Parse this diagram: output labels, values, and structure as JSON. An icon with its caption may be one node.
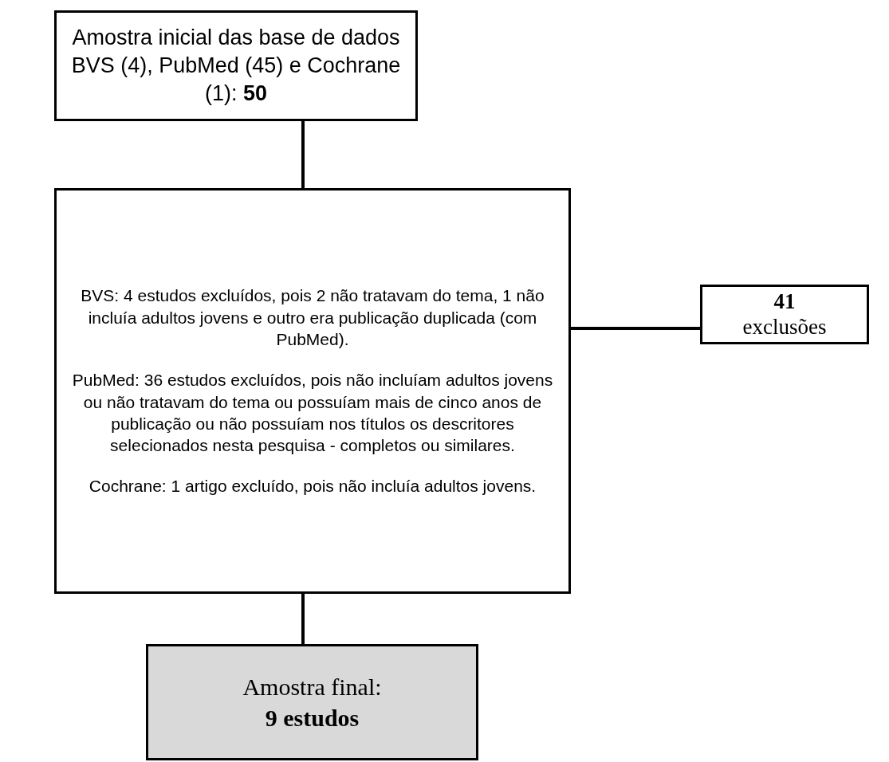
{
  "diagram": {
    "nodes": [
      {
        "text": [
          "Amostra inicial das base de dados BVS (4), PubMed (45) e Cochrane (1): **50**"
        ]
      },
      {
        "text": [
          "BVS: 4 estudos excluídos, pois 2 não tratavam do tema, 1 não incluía adultos jovens e outro era publicação duplicada (com PubMed).",
          "PubMed: 36 estudos excluídos, pois não incluíam adultos jovens ou não tratavam do tema ou possuíam mais de cinco anos de publicação ou não possuíam nos títulos os descritores selecionados nesta pesquisa - completos ou similares.",
          "Cochrane: 1 artigo excluído, pois não incluía adultos jovens."
        ]
      },
      {
        "text": [
          "41",
          "exclusões"
        ]
      },
      {
        "text": [
          "Amostra final:",
          "9 estudos"
        ]
      }
    ],
    "edges": [
      {
        "from": 0,
        "to": 1,
        "arrow": "none"
      },
      {
        "from": 1,
        "to": 2,
        "arrow": "none"
      },
      {
        "from": 1,
        "to": 3,
        "arrow": "none"
      }
    ]
  }
}
